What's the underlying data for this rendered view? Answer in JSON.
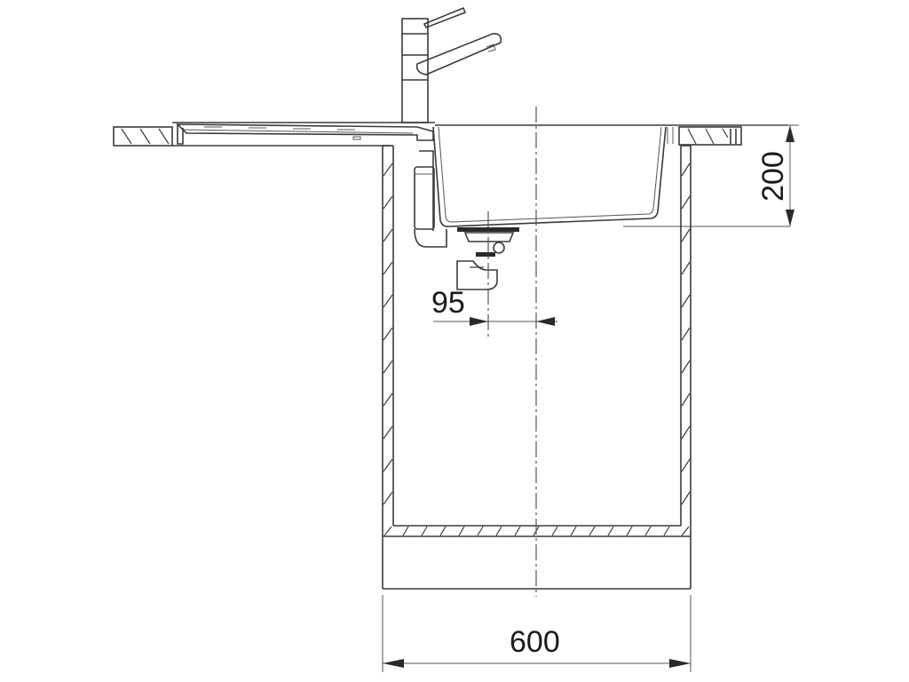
{
  "drawing": {
    "title": "Sink cross-section installation drawing",
    "line_color": "#3a3a3a",
    "background": "#ffffff"
  },
  "dimensions": {
    "depth": {
      "label": "200",
      "unit": "mm",
      "orientation": "vertical"
    },
    "drain_offset": {
      "label": "95",
      "unit": "mm",
      "orientation": "horizontal"
    },
    "cabinet_width": {
      "label": "600",
      "unit": "mm",
      "orientation": "horizontal"
    }
  },
  "components": [
    "countertop",
    "drainer",
    "faucet",
    "sink-bowl",
    "overflow",
    "waste-drain",
    "cabinet",
    "plinth",
    "centerline"
  ]
}
